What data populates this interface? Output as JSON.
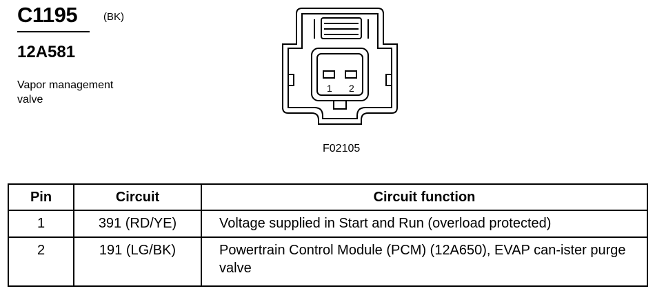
{
  "header": {
    "connector_id": "C1195",
    "connector_color": "(BK)",
    "part_number": "12A581",
    "description": "Vapor management valve"
  },
  "diagram": {
    "pin_labels": [
      "1",
      "2"
    ],
    "figure_id": "F02105"
  },
  "pin_table": {
    "columns": [
      "Pin",
      "Circuit",
      "Circuit function"
    ],
    "rows": [
      {
        "pin": "1",
        "circuit": "391 (RD/YE)",
        "function": "Voltage supplied in Start and Run (overload protected)"
      },
      {
        "pin": "2",
        "circuit": "191 (LG/BK)",
        "function": "Powertrain Control Module (PCM) (12A650), EVAP can-ister purge valve"
      }
    ]
  }
}
